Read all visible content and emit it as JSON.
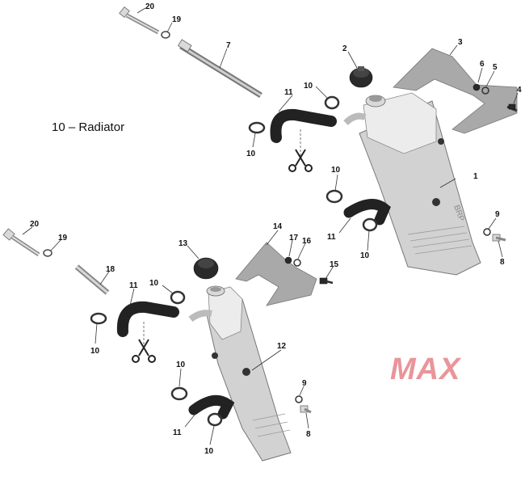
{
  "diagram": {
    "title": "10 – Radiator",
    "watermark": "MAX",
    "radiator_marking": "BRP",
    "callouts": [
      {
        "id": "c20a",
        "label": "20"
      },
      {
        "id": "c19a",
        "label": "19"
      },
      {
        "id": "c7",
        "label": "7"
      },
      {
        "id": "c2",
        "label": "2"
      },
      {
        "id": "c3",
        "label": "3"
      },
      {
        "id": "c6",
        "label": "6"
      },
      {
        "id": "c5",
        "label": "5"
      },
      {
        "id": "c4",
        "label": "4"
      },
      {
        "id": "c11a",
        "label": "11"
      },
      {
        "id": "c10a",
        "label": "10"
      },
      {
        "id": "c10b",
        "label": "10"
      },
      {
        "id": "c1",
        "label": "1"
      },
      {
        "id": "c10c",
        "label": "10"
      },
      {
        "id": "c11b",
        "label": "11"
      },
      {
        "id": "c10d",
        "label": "10"
      },
      {
        "id": "c9a",
        "label": "9"
      },
      {
        "id": "c8a",
        "label": "8"
      },
      {
        "id": "c20b",
        "label": "20"
      },
      {
        "id": "c19b",
        "label": "19"
      },
      {
        "id": "c14",
        "label": "14"
      },
      {
        "id": "c17",
        "label": "17"
      },
      {
        "id": "c16",
        "label": "16"
      },
      {
        "id": "c13",
        "label": "13"
      },
      {
        "id": "c15",
        "label": "15"
      },
      {
        "id": "c18",
        "label": "18"
      },
      {
        "id": "c11c",
        "label": "11"
      },
      {
        "id": "c10e",
        "label": "10"
      },
      {
        "id": "c10f",
        "label": "10"
      },
      {
        "id": "c12",
        "label": "12"
      },
      {
        "id": "c10g",
        "label": "10"
      },
      {
        "id": "c11d",
        "label": "11"
      },
      {
        "id": "c10h",
        "label": "10"
      },
      {
        "id": "c9b",
        "label": "9"
      },
      {
        "id": "c8b",
        "label": "8"
      }
    ]
  }
}
